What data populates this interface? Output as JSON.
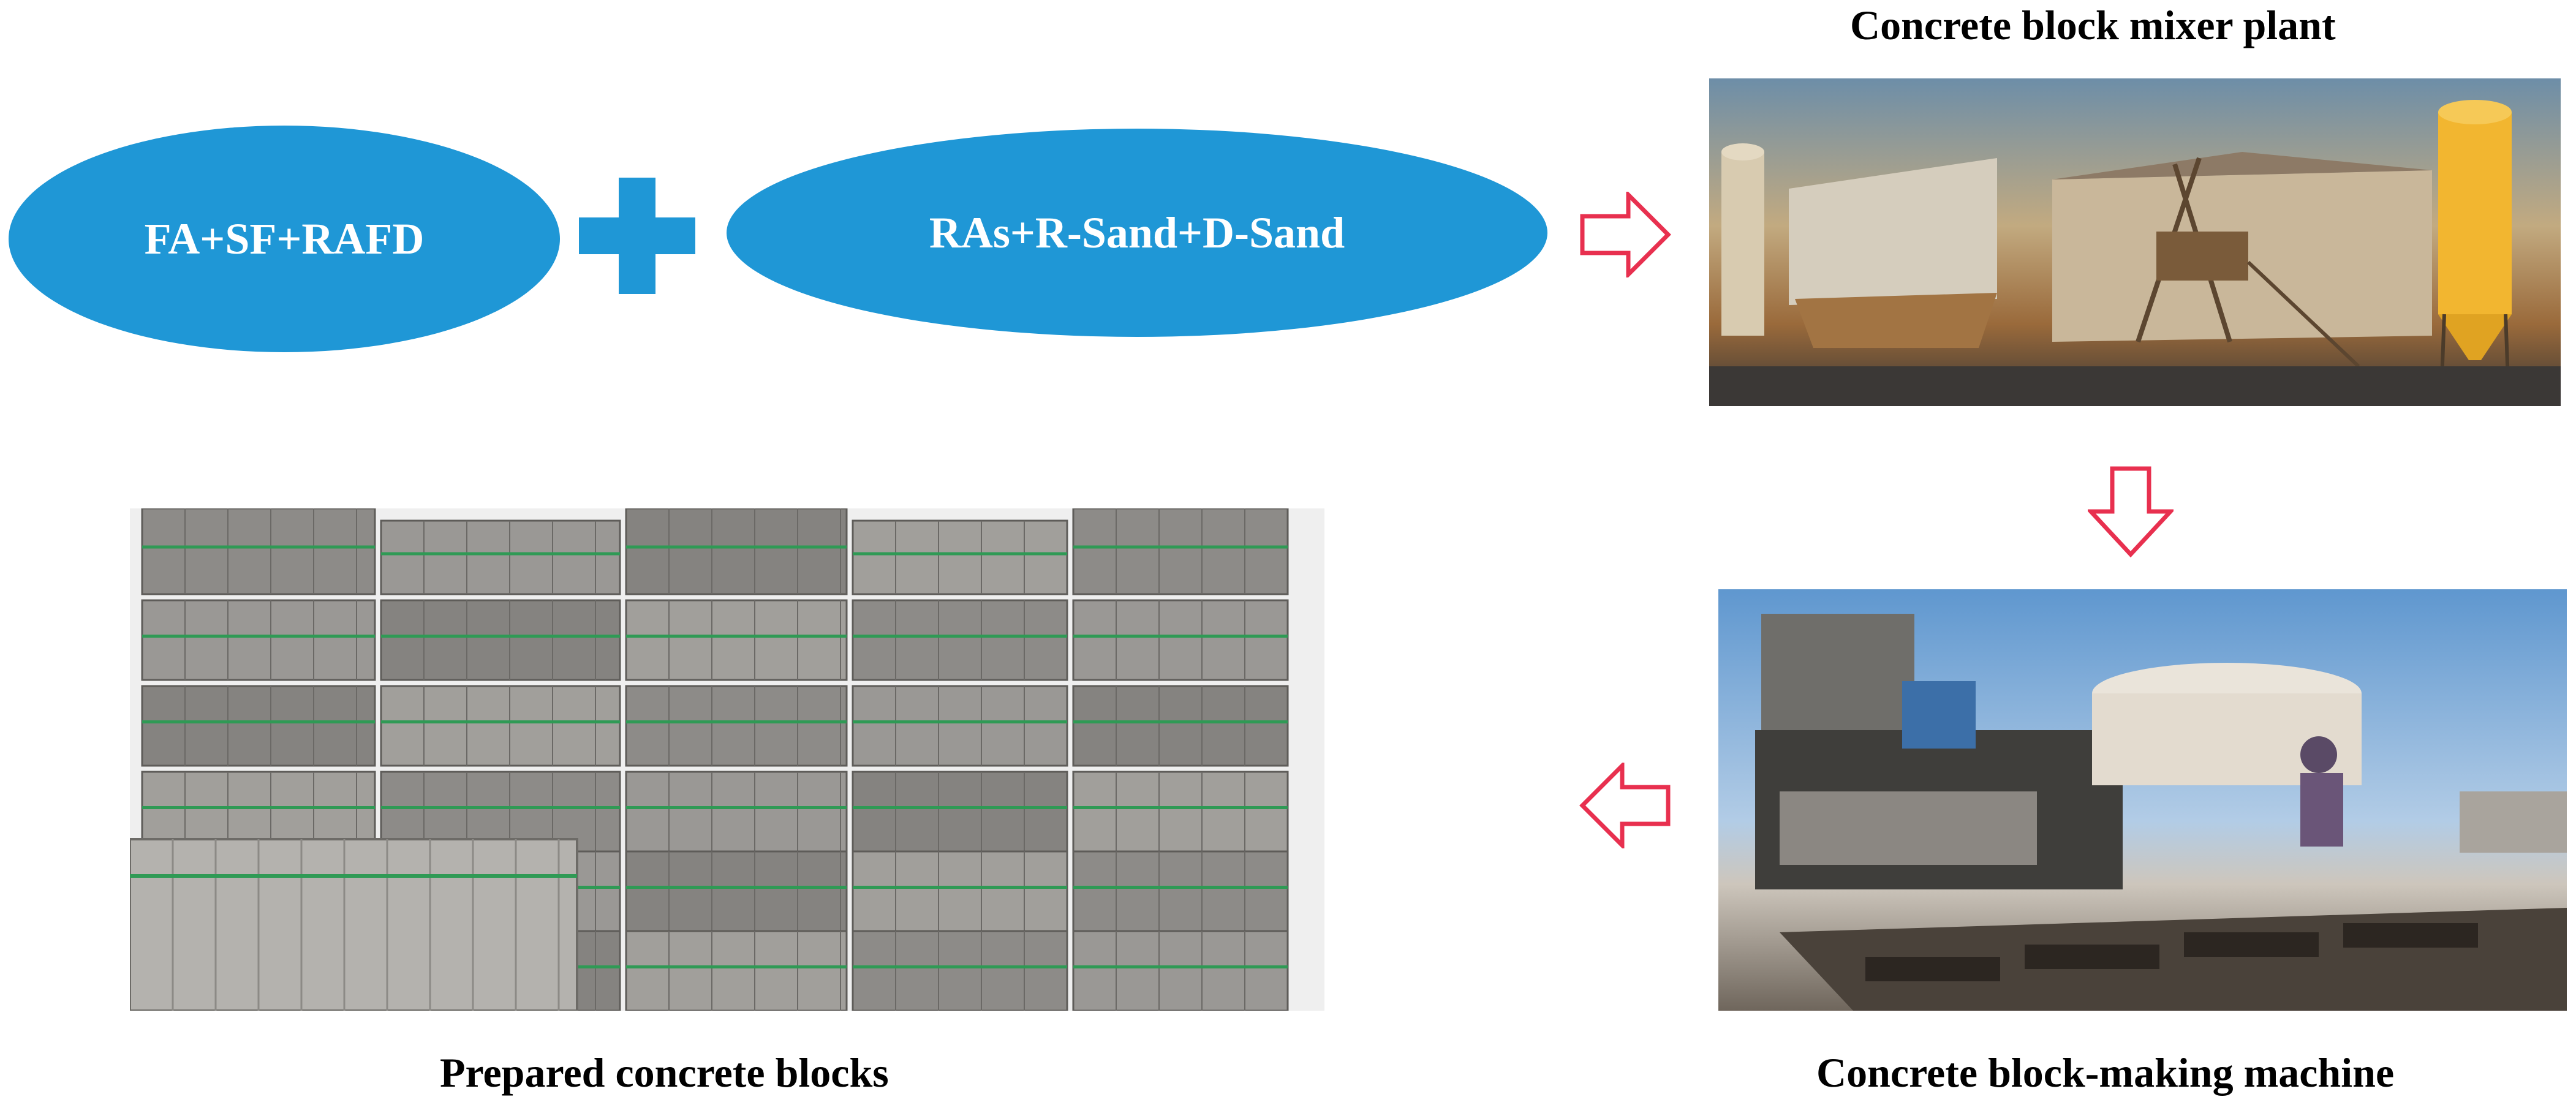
{
  "inputs": {
    "binder": "FA+SF+RAFD",
    "aggregates": "RAs+R-Sand+D-Sand"
  },
  "captions": {
    "mixer_plant": "Concrete block mixer plant",
    "making_machine": "Concrete block-making machine",
    "prepared_blocks": "Prepared concrete blocks"
  },
  "colors": {
    "ellipse_fill": "#1f97d6",
    "arrow_outline": "#e8304f",
    "caption_text": "#000000"
  },
  "icons": {
    "plus": "plus-icon",
    "arrow_right": "arrow-right-icon",
    "arrow_down": "arrow-down-icon",
    "arrow_left": "arrow-left-icon"
  }
}
